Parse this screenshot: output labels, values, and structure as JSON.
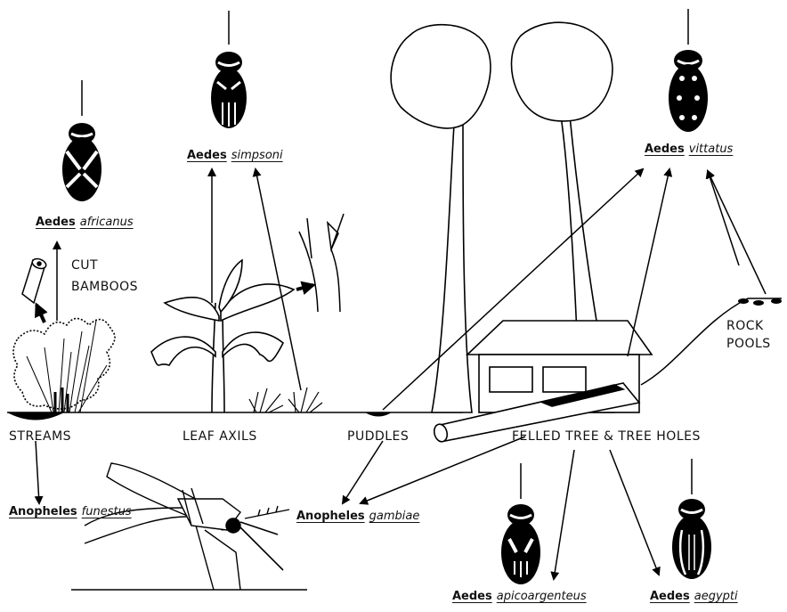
{
  "habitats": {
    "streams": "STREAMS",
    "leaf_axils": "LEAF AXILS",
    "puddles": "PUDDLES",
    "felled_tree": "FELLED TREE & TREE HOLES",
    "cut_bamboos_1": "CUT",
    "cut_bamboos_2": "BAMBOOS",
    "rock_pools_1": "ROCK",
    "rock_pools_2": "POOLS"
  },
  "species": {
    "africanus": {
      "genus": "Aedes",
      "species": "africanus"
    },
    "simpsoni": {
      "genus": "Aedes",
      "species": "simpsoni"
    },
    "vittatus": {
      "genus": "Aedes",
      "species": "vittatus"
    },
    "funestus": {
      "genus": "Anopheles",
      "species": "funestus"
    },
    "gambiae": {
      "genus": "Anopheles",
      "species": "gambiae"
    },
    "apicoargenteus": {
      "genus": "Aedes",
      "species": "apicoargenteus"
    },
    "aegypti": {
      "genus": "Aedes",
      "species": "aegypti"
    }
  }
}
